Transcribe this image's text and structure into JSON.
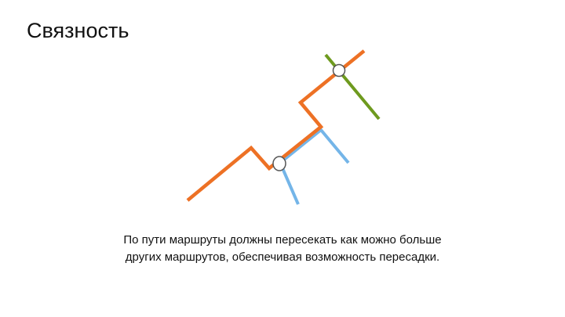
{
  "title": "Связность",
  "caption": {
    "line1": "По пути маршруты должны пересекать как можно больше",
    "line2": "других маршрутов, обеспечивая возможность пересадки."
  },
  "colors": {
    "orange_route": "#ED7125",
    "blue_route": "#74B5E8",
    "green_route": "#6E9A1E",
    "station_fill": "#ffffff",
    "station_stroke": "#555555"
  }
}
